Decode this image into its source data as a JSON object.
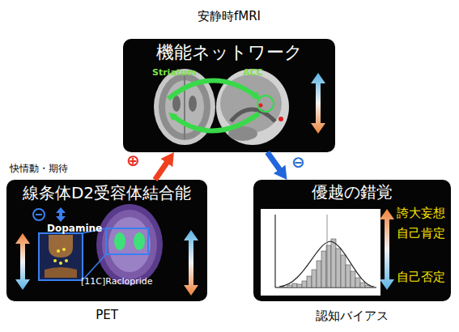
{
  "diagram": {
    "nodes": [
      {
        "text": [
          "安静時fMRI",
          "機能ネットワーク",
          "Striatum",
          "ACC"
        ]
      },
      {
        "text": [
          "快情動・期待",
          "線条体D2受容体結合能",
          "Dopamine",
          "[11C]Raclopride",
          "PET"
        ]
      },
      {
        "text": [
          "優越の錯覚",
          "誇大妄想",
          "自己肯定",
          "自己否定",
          "認知バイアス"
        ]
      }
    ],
    "edges": [
      {
        "from": 1,
        "to": 0,
        "arrow": "to",
        "label": "⊕"
      },
      {
        "from": 0,
        "to": 2,
        "arrow": "to",
        "label": "⊖"
      }
    ]
  }
}
